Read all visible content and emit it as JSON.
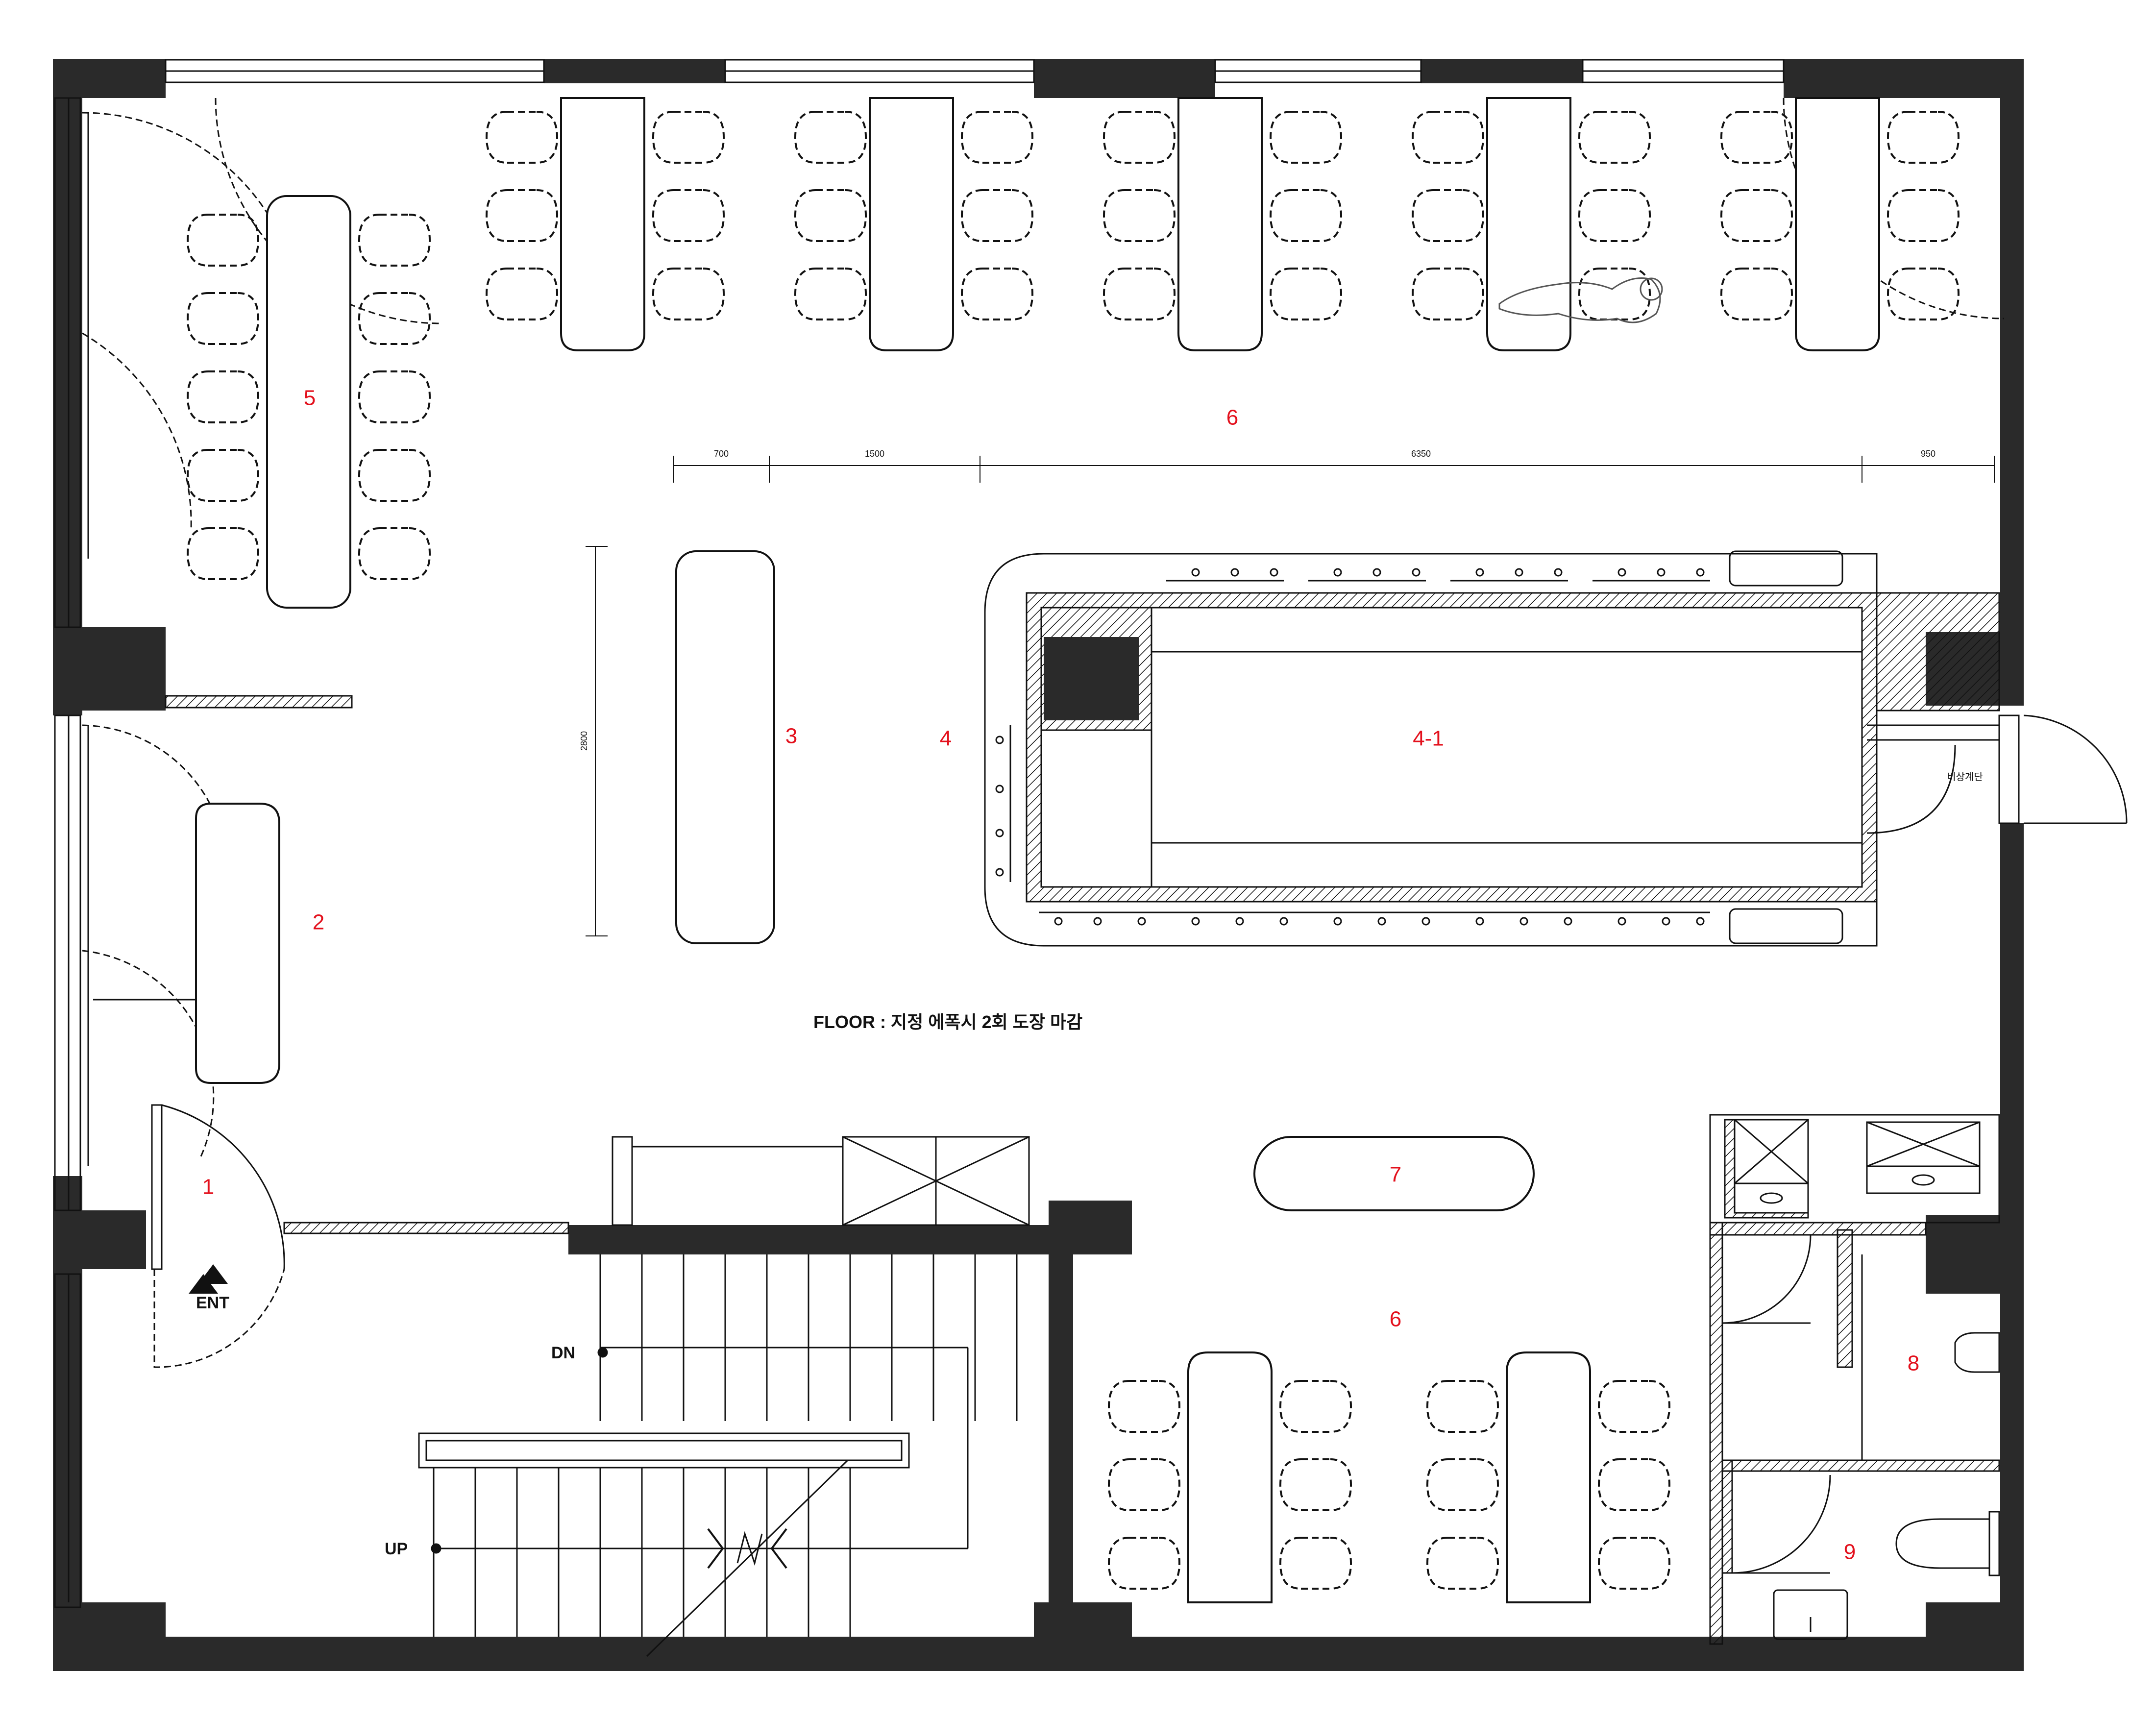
{
  "room_labels": {
    "r5": "5",
    "r6_top": "6",
    "r3": "3",
    "r4": "4",
    "r4_1": "4-1",
    "r2": "2",
    "r1": "1",
    "r7": "7",
    "r6_bottom": "6",
    "r8": "8",
    "r9": "9"
  },
  "dimensions": {
    "d700": "700",
    "d1500": "1500",
    "d6350": "6350",
    "d950": "950",
    "d2800": "2800"
  },
  "notes": {
    "floor": "FLOOR : 지정 에폭시 2회 도장 마감",
    "entrance": "ENT",
    "stair_down": "DN",
    "stair_up": "UP",
    "emergency_stair": "비상계단"
  },
  "colors": {
    "wall": "#2a2a2a",
    "line": "#111111",
    "label": "#e3101c"
  }
}
